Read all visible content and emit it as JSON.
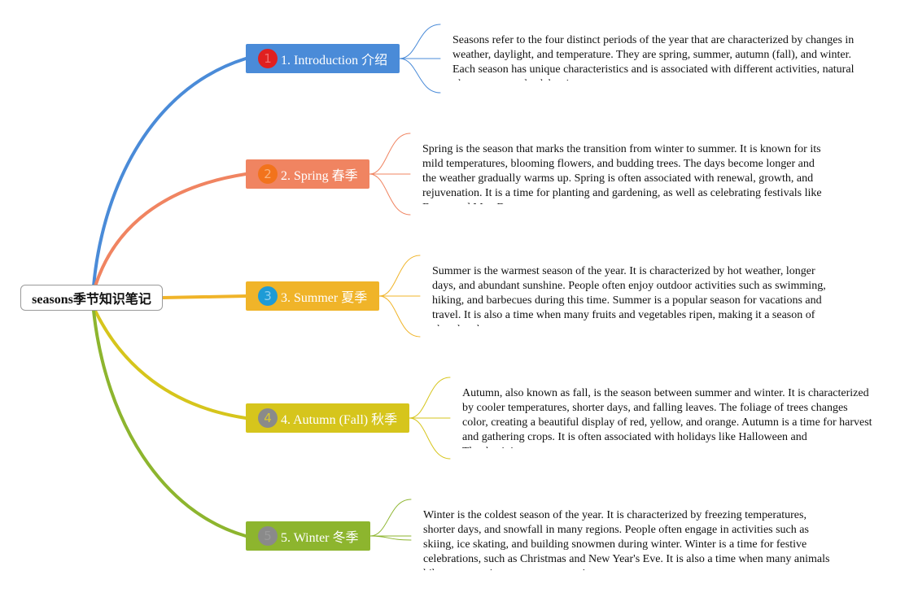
{
  "root": {
    "label": "seasons季节知识笔记"
  },
  "topics": [
    {
      "number": "1",
      "label": "1. Introduction 介绍",
      "color": "#4a8bd8",
      "badge_color": "#e02020",
      "badge_text_color": "#f07070",
      "note": "Seasons refer to the four distinct periods of the year that are characterized by changes in weather, daylight, and temperature. They are spring, summer, autumn (fall), and winter. Each season has unique characteristics and is associated with different activities, natural phenomena, and celebrations."
    },
    {
      "number": "2",
      "label": "2. Spring 春季",
      "color": "#f08461",
      "badge_color": "#f2731c",
      "badge_text_color": "#f9b27d",
      "note": "Spring is the season that marks the transition from winter to summer. It is known for its mild temperatures, blooming flowers, and budding trees. The days become longer and the weather gradually warms up. Spring is often associated with renewal, growth, and rejuvenation. It is a time for planting and gardening, as well as celebrating festivals like Easter and May Day."
    },
    {
      "number": "3",
      "label": "3. Summer 夏季",
      "color": "#f0b429",
      "badge_color": "#1e9bd6",
      "badge_text_color": "#8fd0f0",
      "note": "Summer is the warmest season of the year. It is characterized by hot weather, longer days, and abundant sunshine. People often enjoy outdoor activities such as swimming, hiking, and barbecues during this time. Summer is a popular season for vacations and travel. It is also a time when many fruits and vegetables ripen, making it a season of abundant harvest."
    },
    {
      "number": "4",
      "label": "4. Autumn (Fall) 秋季",
      "color": "#d6c51c",
      "badge_color": "#8a8a8a",
      "badge_text_color": "#d9c830",
      "note": "Autumn, also known as fall, is the season between summer and winter. It is characterized by cooler temperatures, shorter days, and falling leaves. The foliage of trees changes color, creating a beautiful display of red, yellow, and orange. Autumn is a time for harvest and gathering crops. It is often associated with holidays like Halloween and Thanksgiving."
    },
    {
      "number": "5",
      "label": "5. Winter 冬季",
      "color": "#8db52e",
      "badge_color": "#8a8a8a",
      "badge_text_color": "#9a9a9a",
      "note": "Winter is the coldest season of the year. It is characterized by freezing temperatures, shorter days, and snowfall in many regions. People often engage in activities such as skiing, ice skating, and building snowmen during winter. Winter is a time for festive celebrations, such as Christmas and New Year's Eve. It is also a time when many animals hibernate or migrate to warmer regions."
    }
  ]
}
